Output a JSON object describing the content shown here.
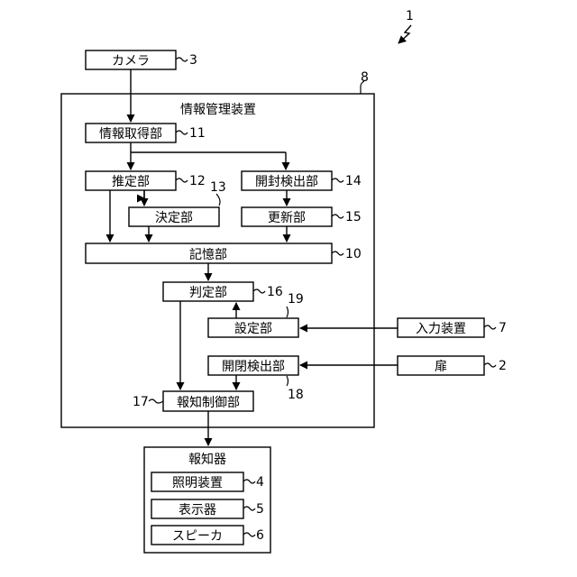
{
  "figure_number": "1",
  "labels": {
    "camera": "カメラ",
    "info_device": "情報管理装置",
    "info_acquire": "情報取得部",
    "estimate": "推定部",
    "decide": "決定部",
    "open_detect": "開封検出部",
    "update": "更新部",
    "memory": "記憶部",
    "judge": "判定部",
    "setting": "設定部",
    "input_device": "入力装置",
    "door_detect": "開閉検出部",
    "door": "扉",
    "notify_control": "報知制御部",
    "notifier": "報知器",
    "lighting": "照明装置",
    "display": "表示器",
    "speaker": "スピーカ"
  },
  "numbers": {
    "camera": "3",
    "info_device": "8",
    "info_acquire": "11",
    "estimate": "12",
    "decide": "13",
    "open_detect": "14",
    "update": "15",
    "memory": "10",
    "judge": "16",
    "setting": "19",
    "input_device": "7",
    "door_detect": "18",
    "door": "2",
    "notify_control": "17",
    "lighting": "4",
    "display": "5",
    "speaker": "6"
  }
}
